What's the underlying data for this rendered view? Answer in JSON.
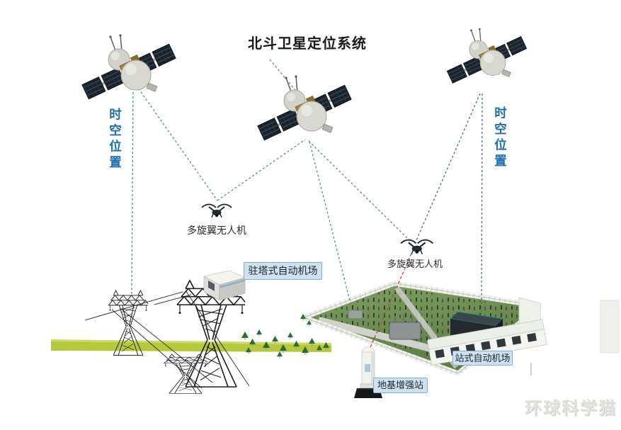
{
  "title": "北斗卫星定位系统",
  "annotations": {
    "left_spacetime": "时空位置",
    "right_spacetime": "时空位置",
    "left_drone": "多旋翼无人机",
    "right_drone": "多旋翼无人机"
  },
  "labels": {
    "tower_airport": "驻塔式自动机场",
    "station_airport": "站式自动机场",
    "ground_station": "地基增强站"
  },
  "watermark": "环球科学猫",
  "icons": {
    "satellite": "satellite-icon",
    "drone": "drone-icon",
    "transmission_tower": "transmission-tower-icon",
    "substation": "substation-illustration",
    "gnss_antenna": "gnss-antenna-icon",
    "hangar": "hangar-icon"
  },
  "colors": {
    "accent_blue": "#1d6db2",
    "label_bg": "#cde1f0",
    "label_border": "#85abd0",
    "link_teal": "#538e97",
    "link_red": "#a2543f",
    "grass": "#b5c93a",
    "title_color": "#1a1a1a"
  }
}
